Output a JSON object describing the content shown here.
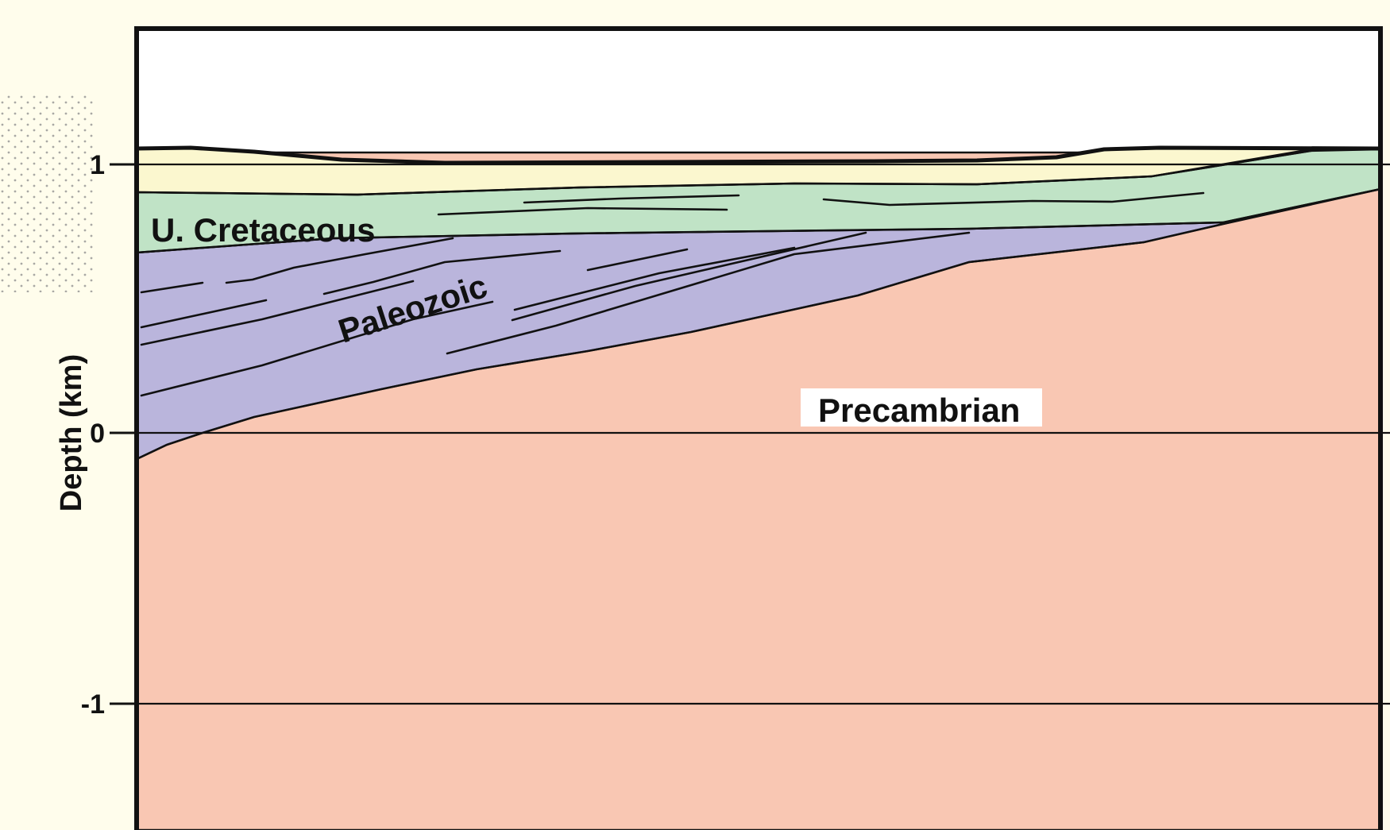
{
  "diagram": {
    "y_axis": {
      "title": "Depth (km)",
      "ticks": [
        {
          "label": "1",
          "value": 1
        },
        {
          "label": "0",
          "value": 0
        },
        {
          "label": "-1",
          "value": -1
        }
      ]
    },
    "units": [
      {
        "name": "Upper unit (unlabeled)",
        "label": "",
        "color": "#fbf7cf"
      },
      {
        "name": "U. Cretaceous",
        "label": "U. Cretaceous",
        "color": "#c0e3c6"
      },
      {
        "name": "Paleozoic",
        "label": "Paleozoic",
        "color": "#bab5dc"
      },
      {
        "name": "Precambrian",
        "label": "Precambrian",
        "color": "#f9c7b3"
      }
    ]
  }
}
